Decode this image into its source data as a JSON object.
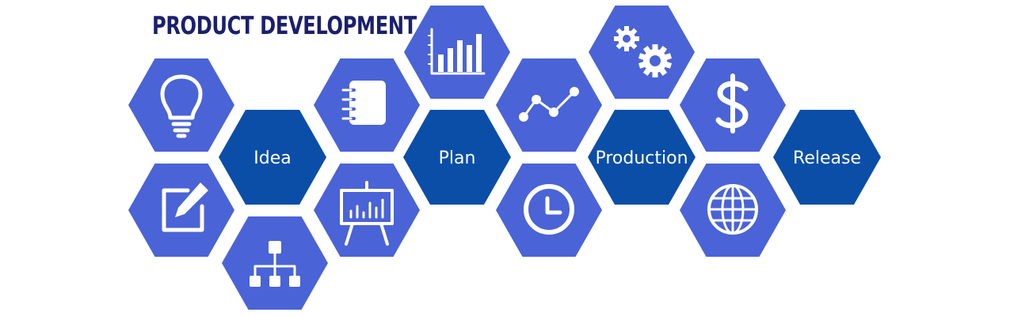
{
  "title": "PRODUCT DEVELOPMENT",
  "colors": {
    "light_hex": "#4a63d6",
    "dark_hex": "#0b4ea8",
    "title": "#1a1f6e",
    "icon": "#ffffff"
  },
  "stages": [
    {
      "label": "Idea"
    },
    {
      "label": "Plan"
    },
    {
      "label": "Production"
    },
    {
      "label": "Release"
    }
  ],
  "icons": [
    "lightbulb-icon",
    "edit-icon",
    "hierarchy-icon",
    "notebook-icon",
    "presentation-easel-icon",
    "bar-chart-icon",
    "line-graph-icon",
    "clock-icon",
    "gears-icon",
    "dollar-icon",
    "globe-icon"
  ]
}
